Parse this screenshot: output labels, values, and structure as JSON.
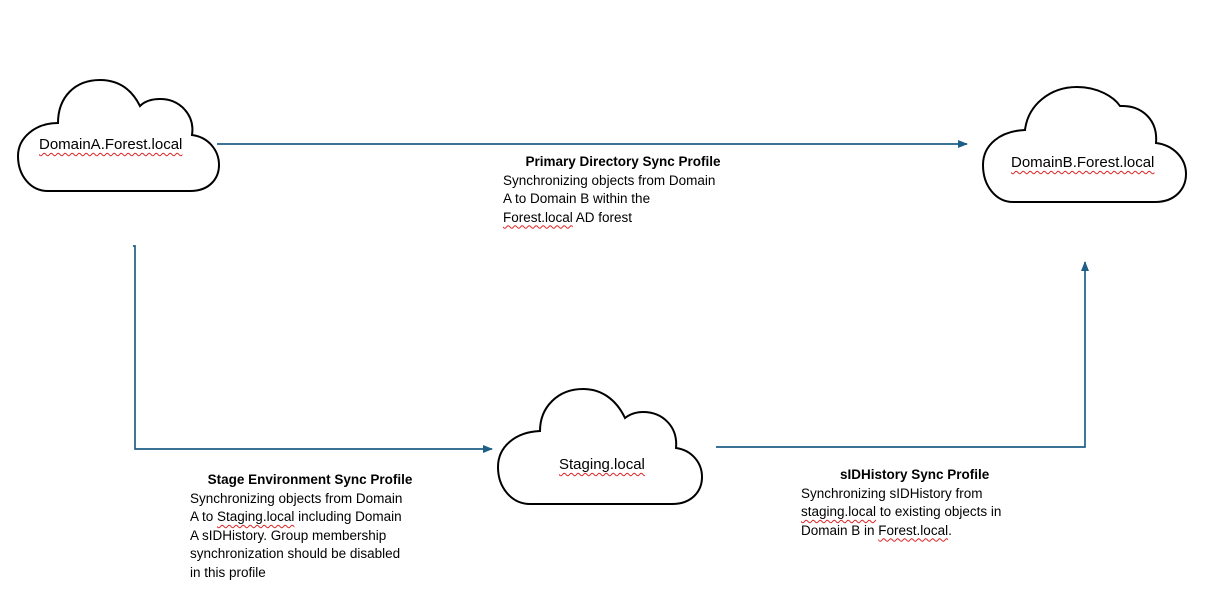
{
  "colors": {
    "arrow": "#1f5f86",
    "cloud_stroke": "#000000"
  },
  "nodes": {
    "domain_a": "DomainA.Forest.local",
    "domain_b": "DomainB.Forest.local",
    "staging": "Staging.local"
  },
  "profiles": {
    "primary": {
      "title": "Primary Directory Sync Profile",
      "line1": "Synchronizing objects from Domain",
      "line2": "A to Domain B within the",
      "line3_term": "Forest.local",
      "line3_rest": " AD forest"
    },
    "stage": {
      "title": "Stage Environment Sync Profile",
      "line1": "Synchronizing objects from Domain",
      "line2_pre": "A to ",
      "line2_term": "Staging.local",
      "line2_post": " including Domain",
      "line3": "A sIDHistory.  Group membership",
      "line4": "synchronization should be disabled",
      "line5": "in this profile"
    },
    "sidhistory": {
      "title": "sIDHistory Sync Profile",
      "line1": "Synchronizing sIDHistory from",
      "line2_term": "staging.local",
      "line2_post": " to existing objects in",
      "line3_pre": "Domain B in ",
      "line3_term": "Forest.local",
      "line3_post": "."
    }
  }
}
